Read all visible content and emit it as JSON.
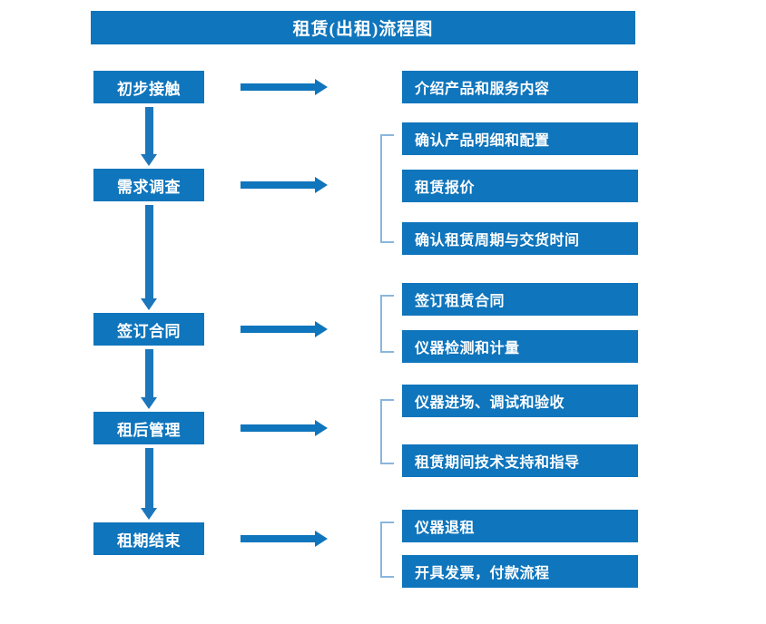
{
  "title": "租赁(出租)流程图",
  "colors": {
    "box_blue": "#0F75BC",
    "arrow_blue": "#1B76BC",
    "bracket_blue": "#8AB6DC",
    "background": "#FFFFFF",
    "text": "#FFFFFF"
  },
  "stages": [
    {
      "label": "初步接触"
    },
    {
      "label": "需求调查"
    },
    {
      "label": "签订合同"
    },
    {
      "label": "租后管理"
    },
    {
      "label": "租期结束"
    }
  ],
  "detail_groups": [
    {
      "stage": "初步接触",
      "bracketed": false,
      "items": [
        {
          "label": "介绍产品和服务内容"
        }
      ]
    },
    {
      "stage": "需求调查",
      "bracketed": true,
      "items": [
        {
          "label": "确认产品明细和配置"
        },
        {
          "label": "租赁报价"
        },
        {
          "label": "确认租赁周期与交货时间"
        }
      ]
    },
    {
      "stage": "签订合同",
      "bracketed": true,
      "items": [
        {
          "label": "签订租赁合同"
        },
        {
          "label": "仪器检测和计量"
        }
      ]
    },
    {
      "stage": "租后管理",
      "bracketed": true,
      "items": [
        {
          "label": "仪器进场、调试和验收"
        },
        {
          "label": "租赁期间技术支持和指导"
        }
      ]
    },
    {
      "stage": "租期结束",
      "bracketed": true,
      "items": [
        {
          "label": "仪器退租"
        },
        {
          "label": "开具发票，付款流程"
        }
      ]
    }
  ]
}
